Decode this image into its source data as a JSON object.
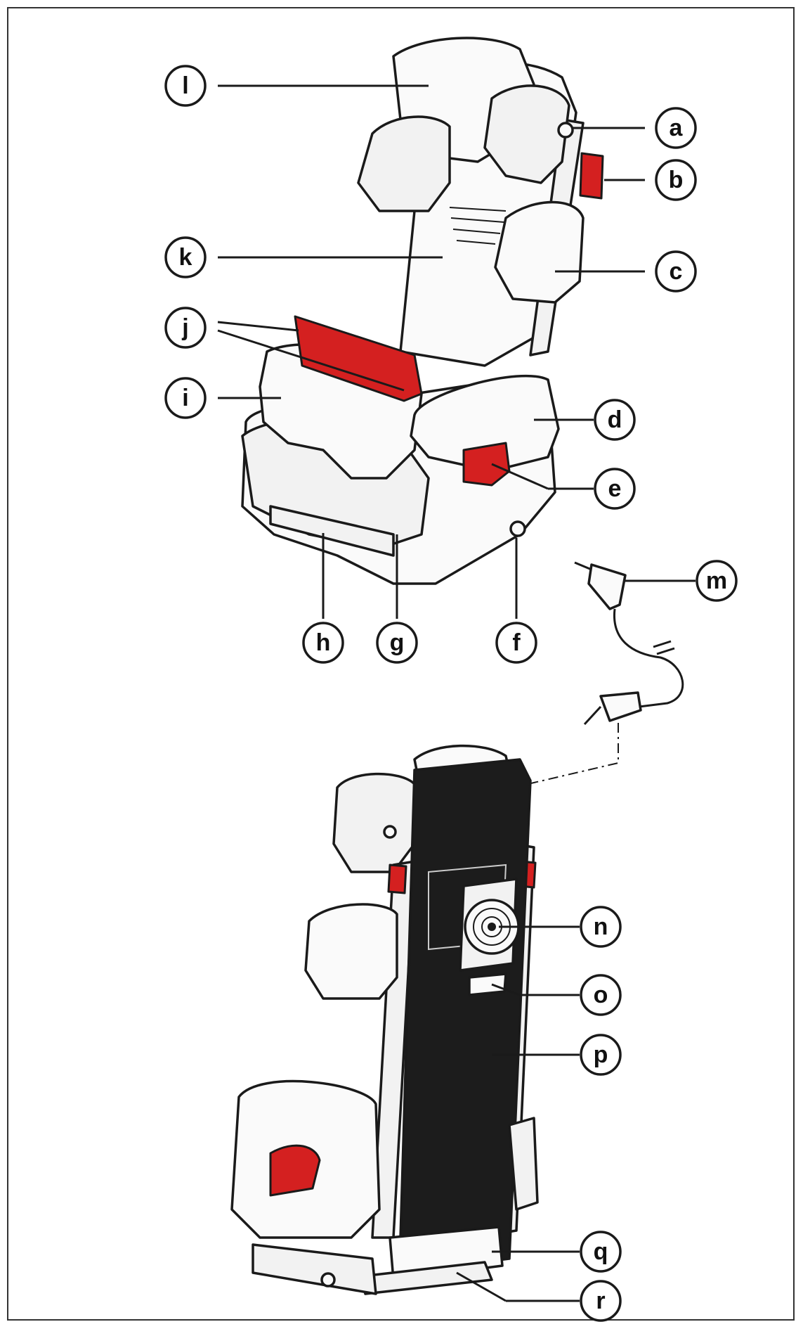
{
  "labels": {
    "a": "a",
    "b": "b",
    "c": "c",
    "d": "d",
    "e": "e",
    "f": "f",
    "g": "g",
    "h": "h",
    "i": "i",
    "j": "j",
    "k": "k",
    "l": "l",
    "m": "m",
    "n": "n",
    "o": "o",
    "p": "p",
    "q": "q",
    "r": "r"
  },
  "colors": {
    "accent_red": "#d42020",
    "outline": "#1a1a1a",
    "fill": "#f2f2f2",
    "dark_panel": "#1c1c1c"
  }
}
